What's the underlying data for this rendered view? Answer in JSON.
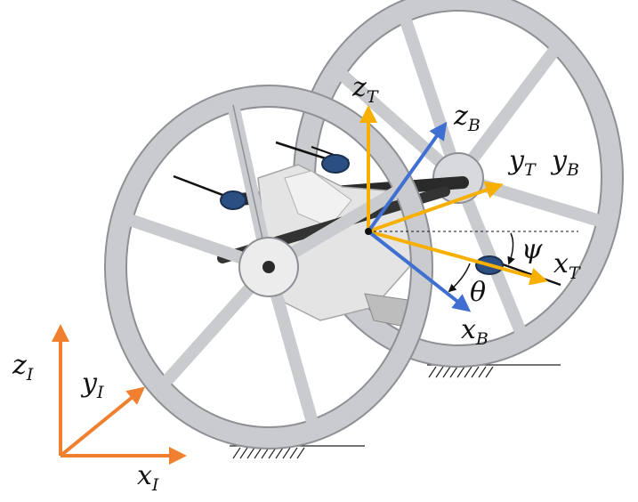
{
  "inertial_frame": {
    "color": "#f07f30",
    "labels": {
      "x": {
        "base": "x",
        "sub": "I"
      },
      "y": {
        "base": "y",
        "sub": "I"
      },
      "z": {
        "base": "z",
        "sub": "I"
      }
    }
  },
  "thrust_frame": {
    "color": "#f7b000",
    "labels": {
      "x": {
        "base": "x",
        "sub": "T"
      },
      "y": {
        "base": "y",
        "sub": "T"
      },
      "z": {
        "base": "z",
        "sub": "T"
      }
    }
  },
  "body_frame": {
    "color": "#3f6fd0",
    "labels": {
      "x": {
        "base": "x",
        "sub": "B"
      },
      "y": {
        "base": "y",
        "sub": "B"
      },
      "z": {
        "base": "z",
        "sub": "B"
      }
    }
  },
  "angles": {
    "psi": "ψ",
    "theta": "θ"
  },
  "colors": {
    "wheel_rim": "#c9cbce",
    "wheel_edge": "#8e9095",
    "chassis": "#e4e4e4",
    "motor": "#2b4f82"
  }
}
